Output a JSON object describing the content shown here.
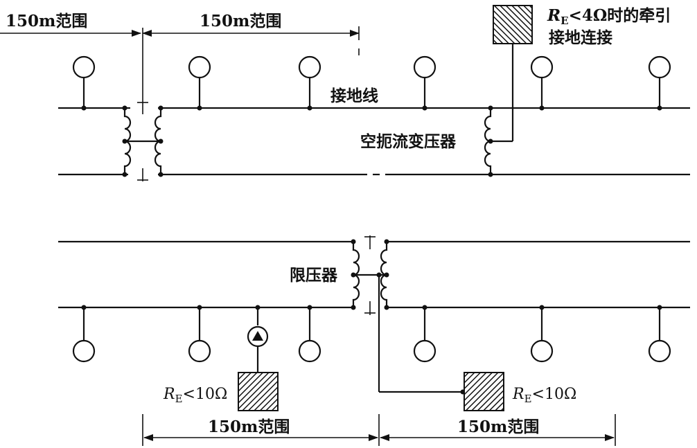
{
  "labels": {
    "range_150m": "150m范围",
    "ground_wire": "接地线",
    "impedance_transformer": "空扼流变压器",
    "limiter": "限压器",
    "re_lt_4_prefix": "R",
    "re_lt_4_sub": "E",
    "re_lt_4_suffix": "<4Ω时的牵引",
    "re_lt_4_line2": "接地连接",
    "re_lt_10_prefix": "R",
    "re_lt_10_sub": "E",
    "re_lt_10_suffix": "<10Ω"
  },
  "colors": {
    "line": "#111111",
    "background": "#ffffff"
  }
}
